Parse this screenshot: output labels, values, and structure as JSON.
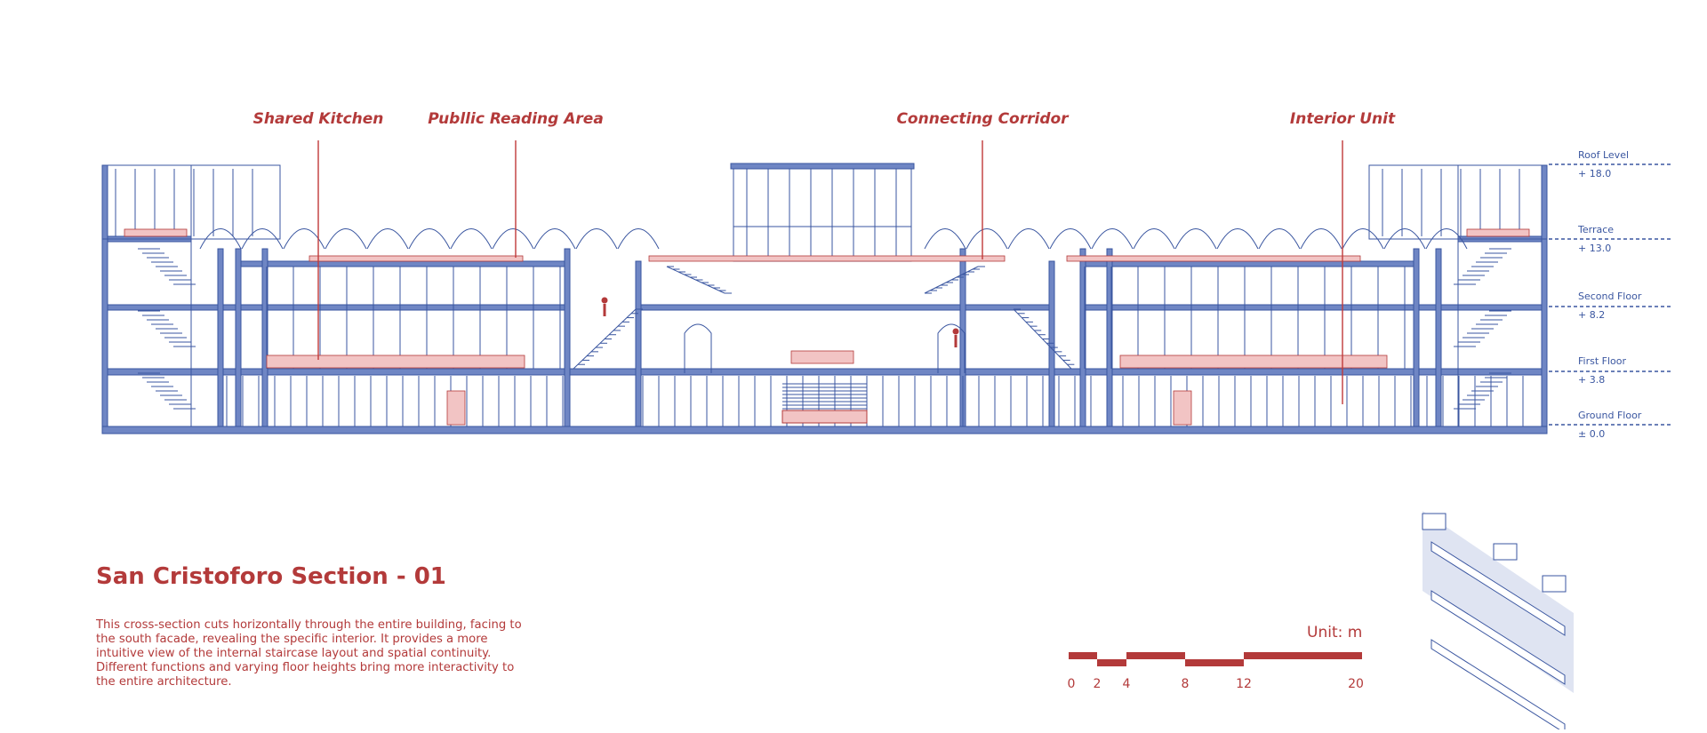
{
  "callouts": [
    {
      "label": "Shared Kitchen"
    },
    {
      "label": "Publlic Reading Area"
    },
    {
      "label": "Connecting Corridor"
    },
    {
      "label": "Interior Unit"
    }
  ],
  "levels": [
    {
      "name": "Roof Level",
      "value": "+ 18.0"
    },
    {
      "name": "Terrace",
      "value": "+ 13.0"
    },
    {
      "name": "Second Floor",
      "value": "+ 8.2"
    },
    {
      "name": "First Floor",
      "value": "+ 3.8"
    },
    {
      "name": "Ground Floor",
      "value": "± 0.0"
    }
  ],
  "title": "San Cristoforo Section - 01",
  "description": "This cross-section cuts horizontally through the entire building,  facing to the south facade, revealing the specific interior. It provides a more intuitive view of the internal staircase layout and spatial continuity. Different functions and varying floor heights bring more interactivity to the entire architecture.",
  "scale_bar": {
    "unit_label": "Unit: m",
    "ticks": [
      "0",
      "2",
      "4",
      "8",
      "12",
      "20"
    ]
  },
  "colors": {
    "structure_blue": "#3a56a0",
    "wall_fill": "#6f86c4",
    "accent_red": "#b33a3a",
    "pink_fill": "#f2c4c4"
  }
}
